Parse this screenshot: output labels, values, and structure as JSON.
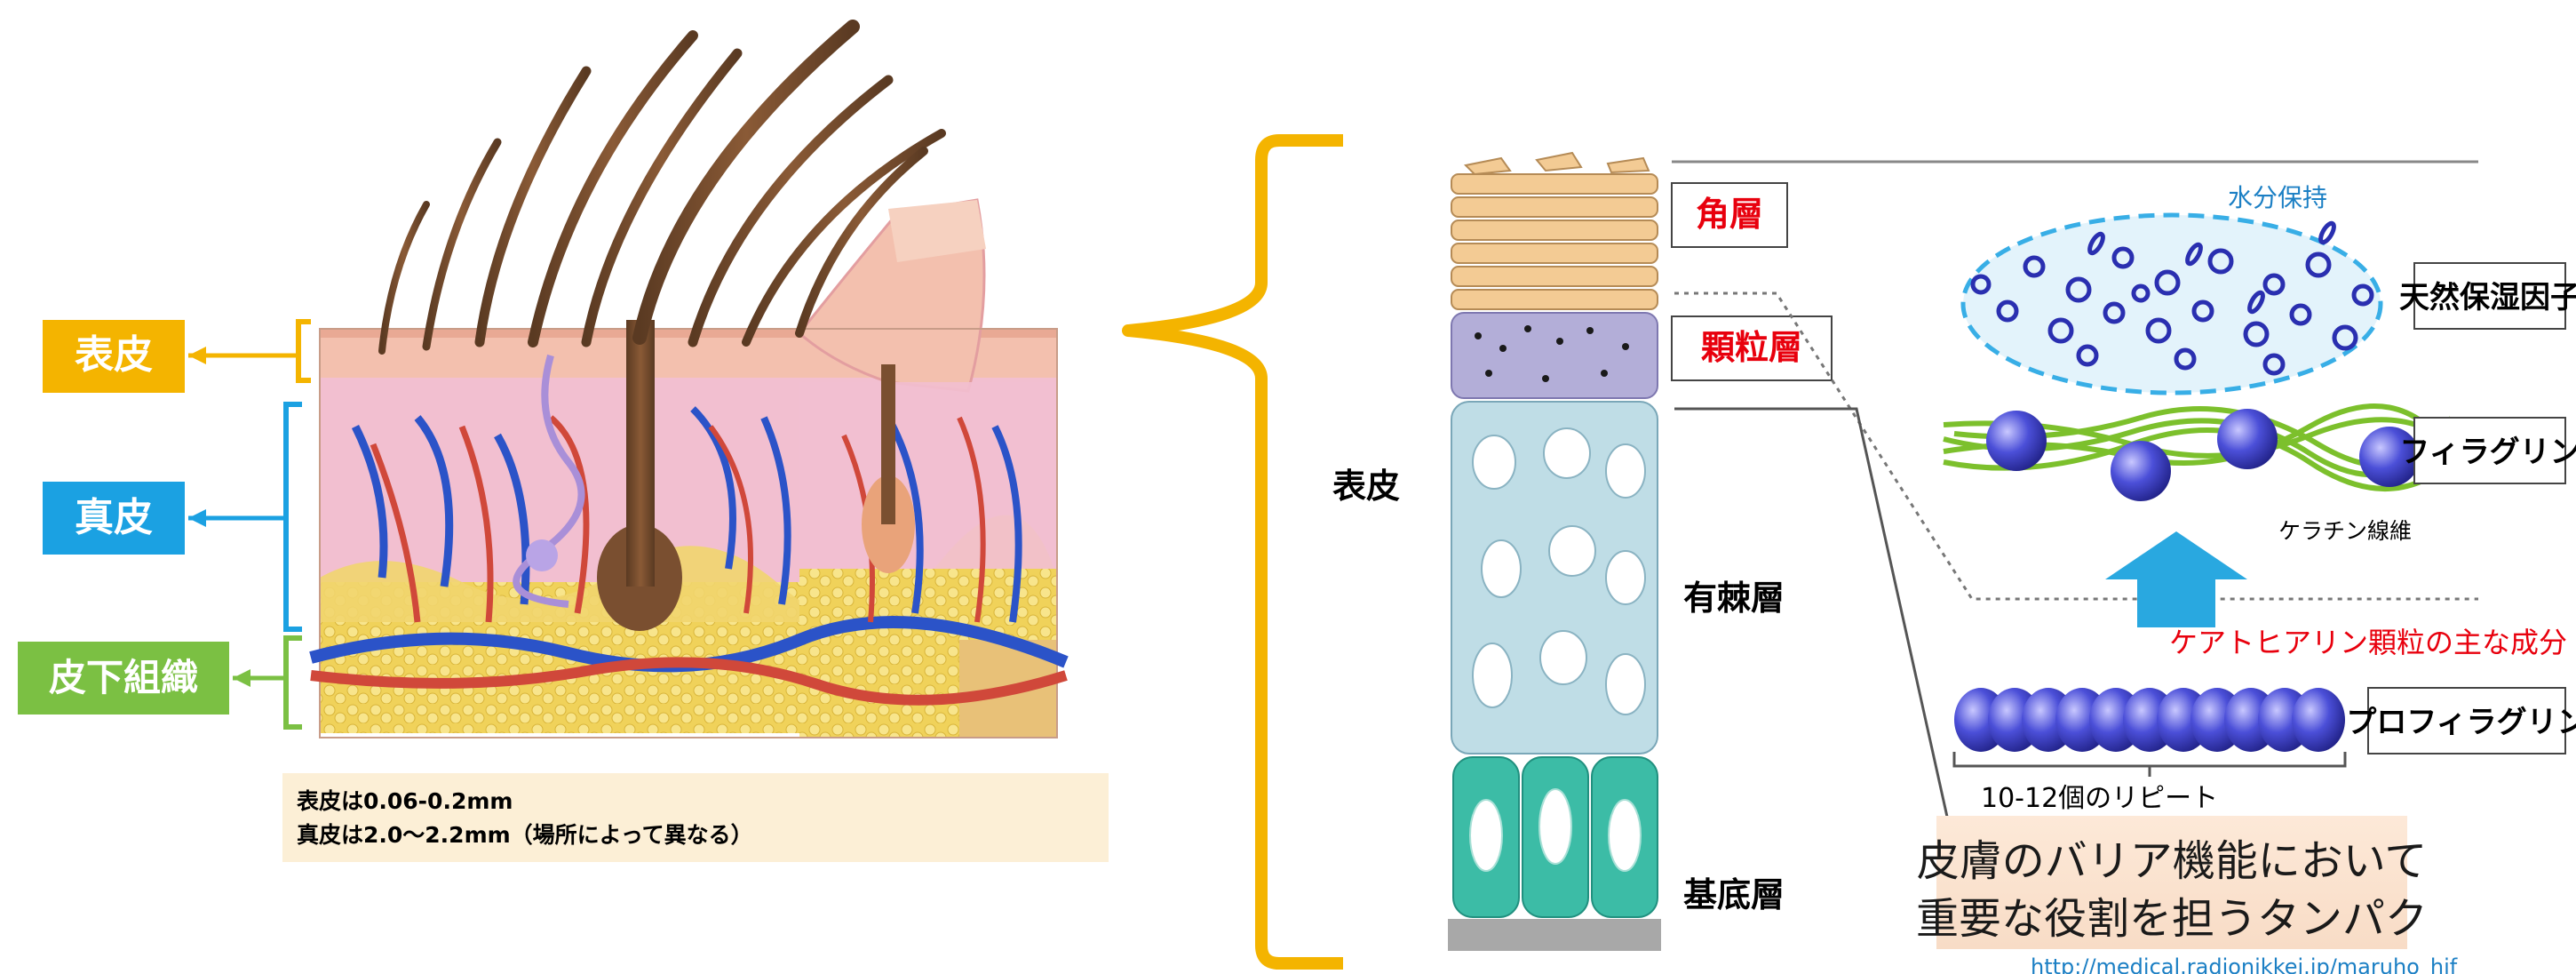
{
  "left_panel": {
    "labels": {
      "epidermis": "表皮",
      "dermis": "真皮",
      "subcutaneous": "皮下組織"
    },
    "note": {
      "line1": "表皮は0.06-0.2mm",
      "line2": "真皮は2.0〜2.2mm（場所によって異なる）"
    }
  },
  "right_panel": {
    "epidermis_label": "表皮",
    "layers": {
      "stratum_corneum": "角層",
      "stratum_granulosum": "顆粒層",
      "stratum_spinosum": "有棘層",
      "stratum_basale": "基底層"
    },
    "nmf": {
      "water_retention": "水分保持",
      "label": "天然保湿因子"
    },
    "filaggrin": {
      "label": "フィラグリン",
      "keratin": "ケラチン線維"
    },
    "keratohyalin": "ケアトヒアリン顆粒の主な成分",
    "profilaggrin": {
      "label": "プロフィラグリン",
      "repeats": "10-12個のリピート"
    },
    "summary": {
      "line1": "皮膚のバリア機能において",
      "line2": "重要な役割を担うタンパク"
    },
    "source_url": "http://medical.radionikkei.jp/maruho_hif"
  },
  "colors": {
    "epidermis": "#f4b400",
    "dermis": "#1ba1e2",
    "subcutaneous": "#7bc043",
    "layer_label": "#e8000d",
    "brace": "#f4b400",
    "arrow": "#29a8e0",
    "summary_bg": "#fbe5d2"
  }
}
